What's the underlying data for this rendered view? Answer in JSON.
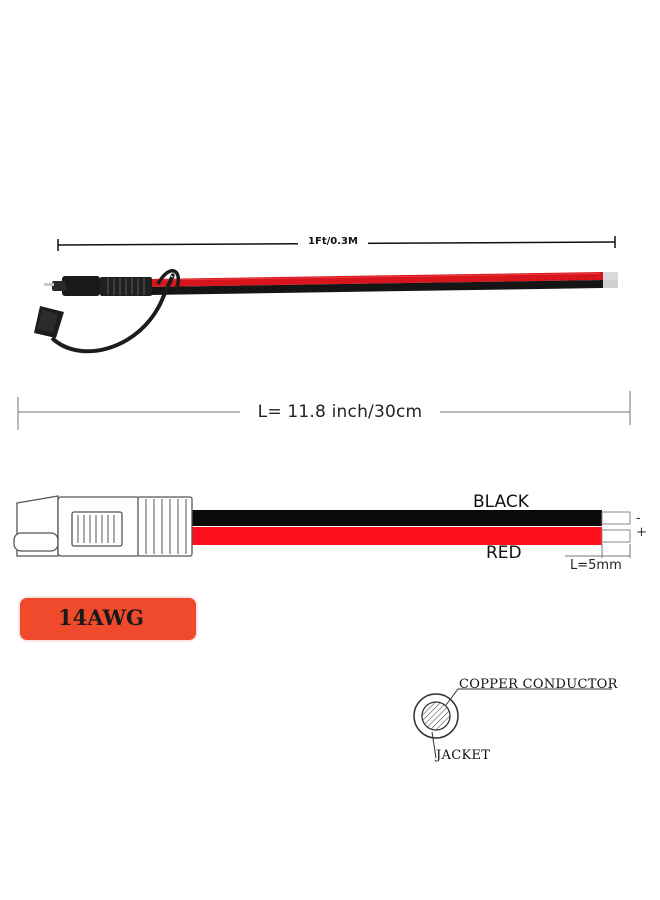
{
  "photo": {
    "length_label": "1Ft/0.3M",
    "cable_colors": {
      "red": "#d8141c",
      "black": "#151515",
      "connector": "#1a1a1a"
    }
  },
  "diagram": {
    "length_label": "L= 11.8 inch/30cm",
    "black_label": "BLACK",
    "red_label": "RED",
    "minus_label": "-",
    "plus_label": "+",
    "strip_label": "L=5mm",
    "colors": {
      "red": "#ff0f1e",
      "black": "#0a0a0a",
      "connector": "#ffffff"
    }
  },
  "badge": {
    "text": "14AWG",
    "color": "#f04a2c"
  },
  "cross_section": {
    "conductor_label": "COPPER CONDUCTOR",
    "jacket_label": "JACKET"
  }
}
